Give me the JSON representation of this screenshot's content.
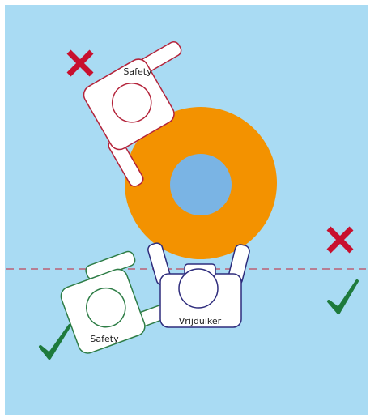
{
  "labels": {
    "safety_top": "Safety",
    "safety_bottom": "Safety",
    "diver": "Vrijduiker"
  },
  "icons": {
    "wrong_top_left": "cross-icon",
    "wrong_right": "cross-icon",
    "correct_right": "check-icon",
    "correct_bottom_left": "check-icon"
  },
  "colors": {
    "water": "#a9dbf3",
    "ring": "#f39200",
    "hole": "#7ab4e4",
    "wrong": "#c8102e",
    "correct": "#1e7a3c",
    "safety_top_outline": "#b4233a",
    "safety_bottom_outline": "#2e7d46",
    "diver_outline": "#2e2c7c",
    "surface_line": "#c0465a"
  }
}
